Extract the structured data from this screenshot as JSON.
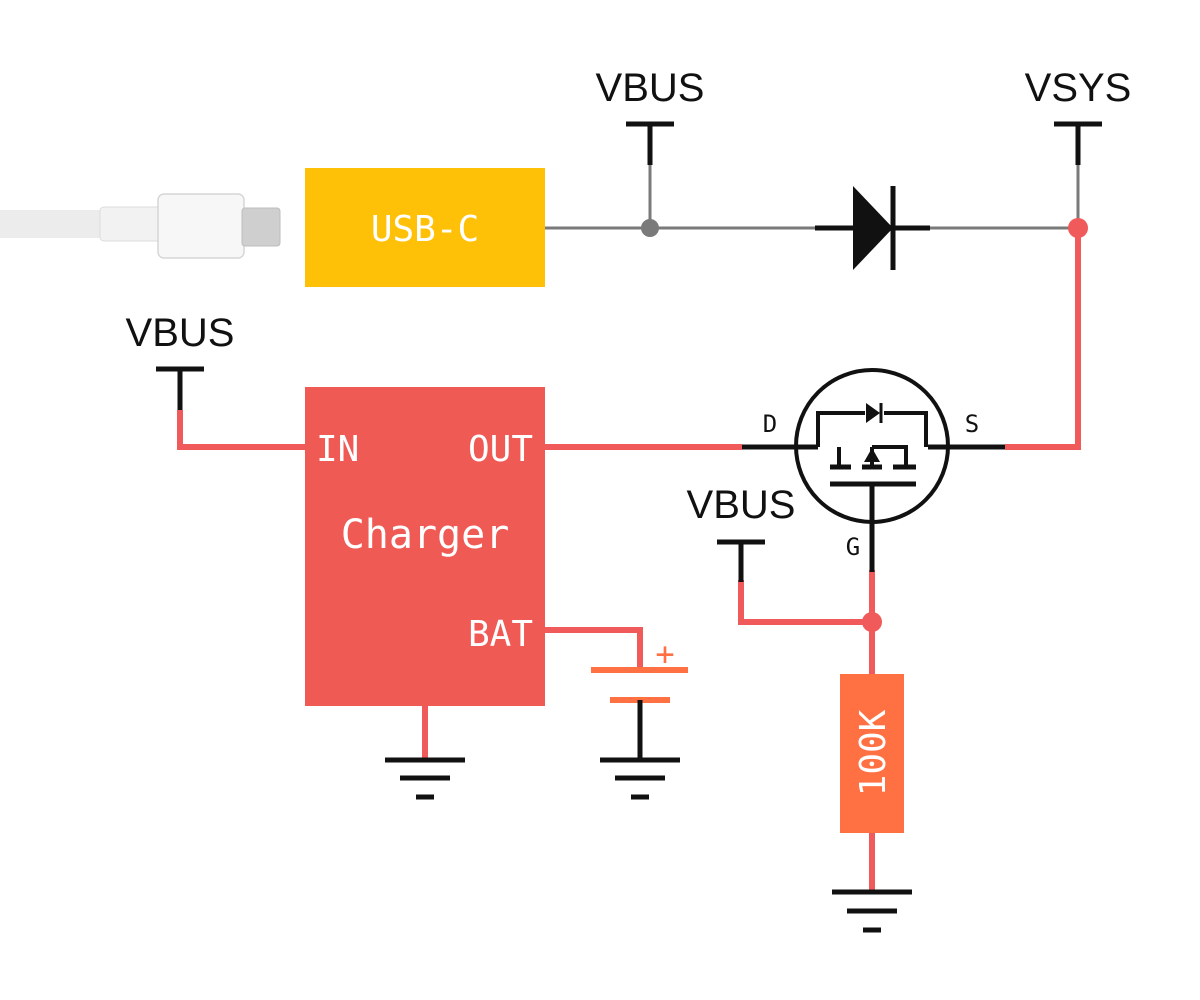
{
  "colors": {
    "wire_gray": "#7a7a7a",
    "wire_red": "#f05a5a",
    "black": "#111111",
    "usb_block": "#ffc107",
    "charger_block": "#f05a55",
    "resistor": "#ff7043",
    "battery": "#ff7043",
    "cable": "#e6e6e6"
  },
  "labels": {
    "vbus_top": "VBUS",
    "vsys": "VSYS",
    "vbus_left": "VBUS",
    "vbus_gate": "VBUS"
  },
  "usb": {
    "label": "USB-C"
  },
  "charger": {
    "in_label": "IN",
    "out_label": "OUT",
    "name": "Charger",
    "bat_label": "BAT"
  },
  "mosfet": {
    "drain_label": "D",
    "source_label": "S",
    "gate_label": "G"
  },
  "battery": {
    "plus_label": "+"
  },
  "resistor": {
    "value_label": "100K"
  }
}
